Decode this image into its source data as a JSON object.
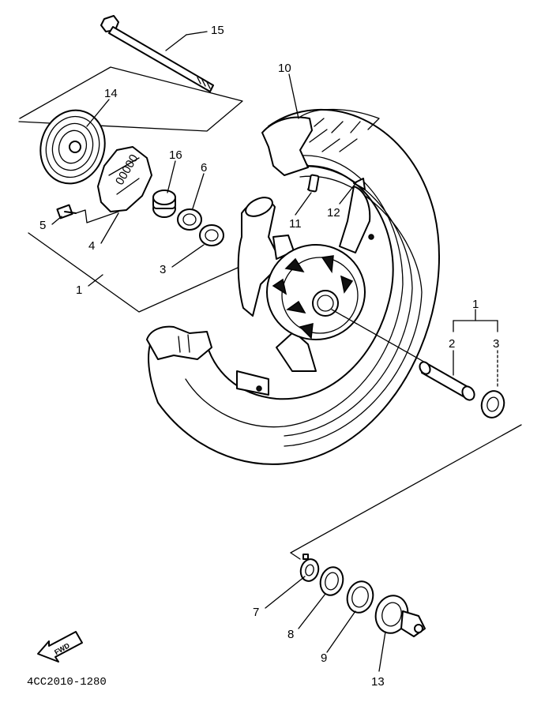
{
  "diagram": {
    "code": "4CC2010-1280",
    "fwd_label": "FWD",
    "callouts": [
      "1",
      "2",
      "3",
      "4",
      "5",
      "6",
      "7",
      "8",
      "9",
      "10",
      "11",
      "12",
      "13",
      "14",
      "15",
      "16"
    ]
  }
}
